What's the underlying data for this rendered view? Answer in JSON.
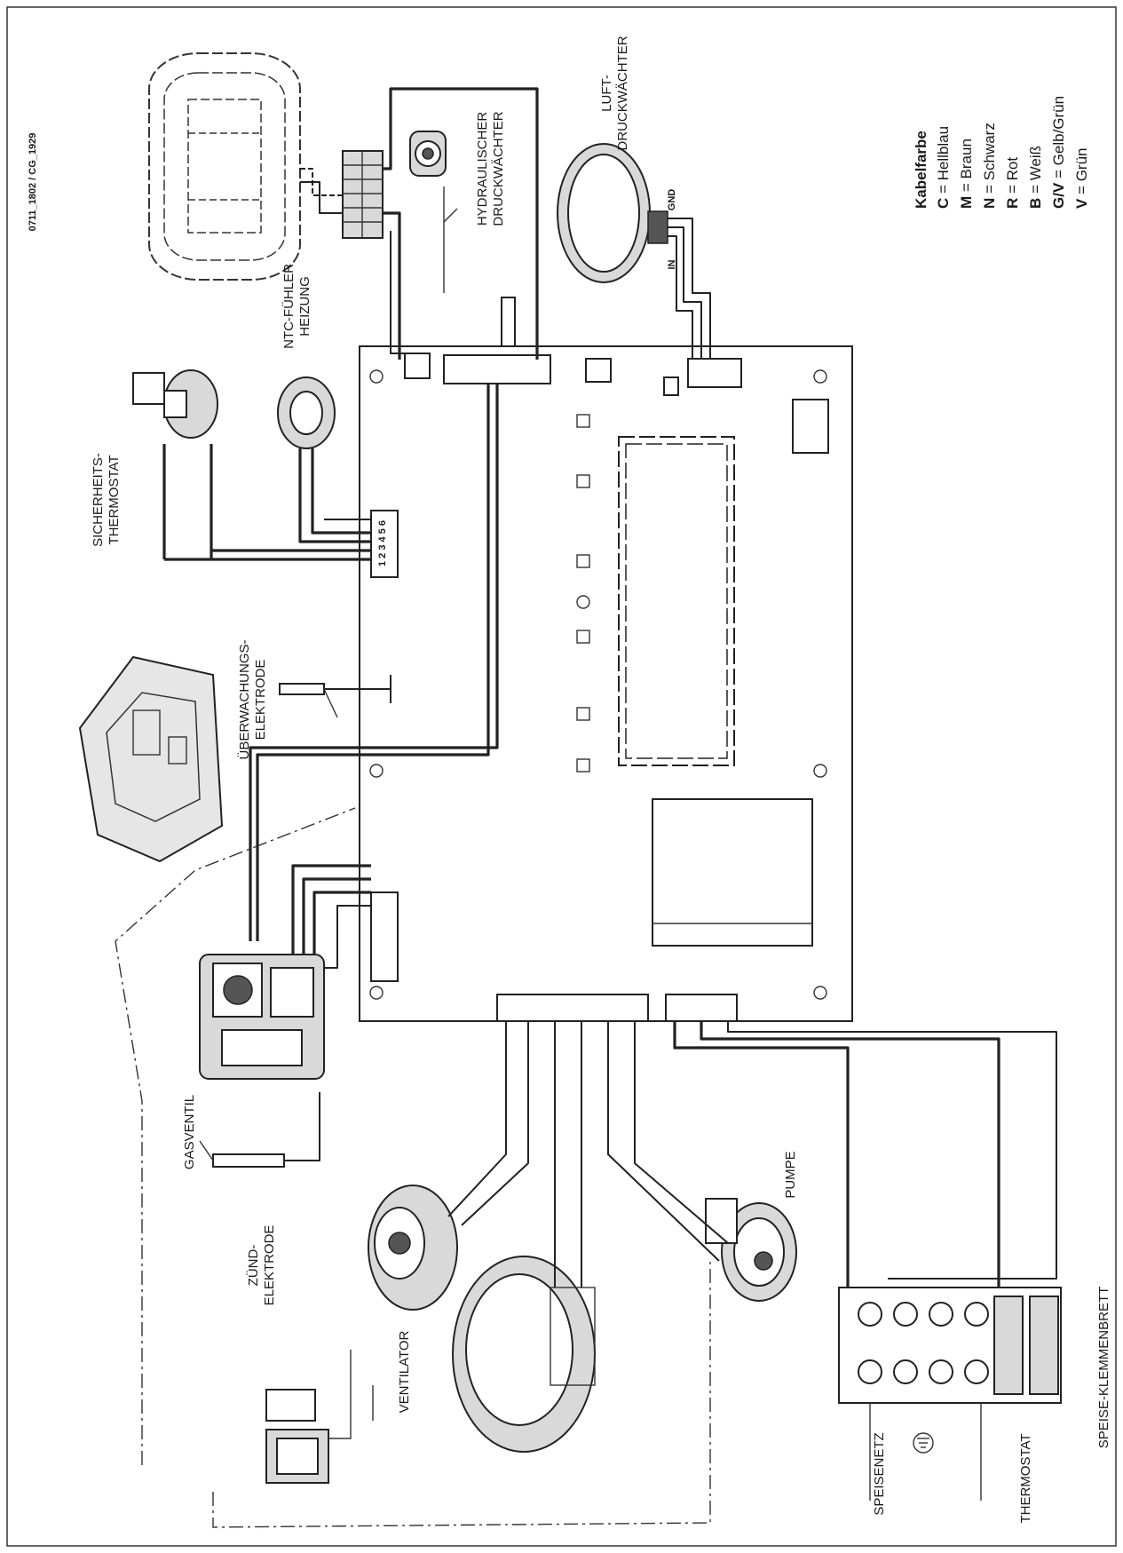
{
  "document": {
    "reference": "0711_1802 / CG_1929"
  },
  "labels": {
    "hydraulic_pressure_switch": [
      "HYDRAULISCHER",
      "DRUCKWÄCHTER"
    ],
    "air_pressure_switch": [
      "LUFT-",
      "DRUCKWÄCHTER"
    ],
    "ntc_sensor": [
      "NTC-FÜHLER",
      "HEIZUNG"
    ],
    "safety_thermostat": [
      "SICHERHEITS-",
      "THERMOSTAT"
    ],
    "monitoring_electrode": [
      "ÜBERWACHUNGS-",
      "ELEKTRODE"
    ],
    "gas_valve": "GASVENTIL",
    "ignition_electrode": [
      "ZÜND-",
      "ELEKTRODE"
    ],
    "fan": "VENTILATOR",
    "pump": "PUMPE",
    "mains_supply": "SPEISENETZ",
    "thermostat": "THERMOSTAT",
    "supply_terminal_board": "SPEISE-KLEMMENBRETT"
  },
  "pin_labels": {
    "gnd": "GND",
    "in": "IN",
    "connector_numbers": "1 2 3 4 5 6"
  },
  "legend": {
    "title": "Kabelfarbe",
    "entries": [
      {
        "code": "C",
        "text": "= Hellblau"
      },
      {
        "code": "M",
        "text": "= Braun"
      },
      {
        "code": "N",
        "text": "= Schwarz"
      },
      {
        "code": "R",
        "text": "= Rot"
      },
      {
        "code": "B",
        "text": "= Weiß"
      },
      {
        "code": "G/V",
        "text": "= Gelb/Grün"
      },
      {
        "code": "V",
        "text": "= Grün"
      }
    ]
  }
}
